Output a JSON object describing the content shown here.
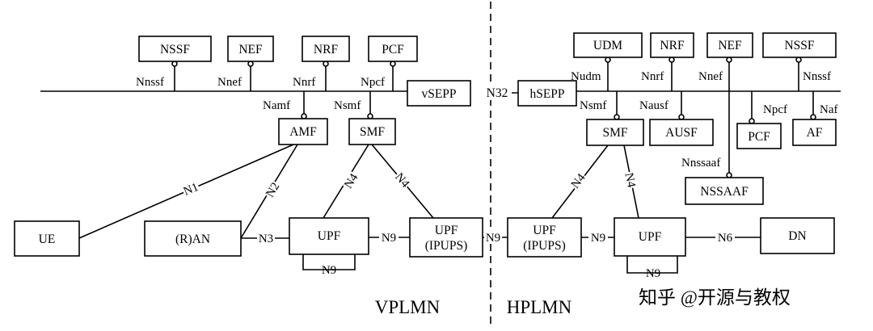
{
  "nodes": {
    "v_nssf": "NSSF",
    "v_nef": "NEF",
    "v_nrf": "NRF",
    "v_pcf": "PCF",
    "vsepp": "vSEPP",
    "amf": "AMF",
    "v_smf": "SMF",
    "ue": "UE",
    "ran": "(R)AN",
    "v_upf": "UPF",
    "v_upf_ipups": [
      "UPF",
      "(IPUPS)"
    ],
    "hsepp": "hSEPP",
    "udm": "UDM",
    "h_nrf": "NRF",
    "h_nef": "NEF",
    "h_nssf": "NSSF",
    "h_smf": "SMF",
    "ausf": "AUSF",
    "h_pcf": "PCF",
    "af": "AF",
    "nssaaf": "NSSAAF",
    "h_upf_ipups": [
      "UPF",
      "(IPUPS)"
    ],
    "h_upf": "UPF",
    "dn": "DN"
  },
  "interfaces": {
    "nnssf_v": "Nnssf",
    "nnef_v": "Nnef",
    "nnrf_v": "Nnrf",
    "npcf_v": "Npcf",
    "namf": "Namf",
    "nsmf_v": "Nsmf",
    "n32": "N32",
    "nudm": "Nudm",
    "nsmf_h": "Nsmf",
    "nnrf_h": "Nnrf",
    "nausf": "Nausf",
    "nnef_h": "Nnef",
    "npcf_h": "Npcf",
    "nnssf_h": "Nnssf",
    "naf": "Naf",
    "nnssaaf": "Nnssaaf",
    "n1": "N1",
    "n2": "N2",
    "n3": "N3",
    "n4_a": "N4",
    "n4_b": "N4",
    "n4_c": "N4",
    "n4_d": "N4",
    "n9_v_loop": "N9",
    "n9_v": "N9",
    "n9_roam": "N9",
    "n9_h": "N9",
    "n9_h_loop": "N9",
    "n6": "N6"
  },
  "regions": {
    "vplmn": "VPLMN",
    "hplmn": "HPLMN"
  },
  "watermark": "知乎 @开源与教权"
}
